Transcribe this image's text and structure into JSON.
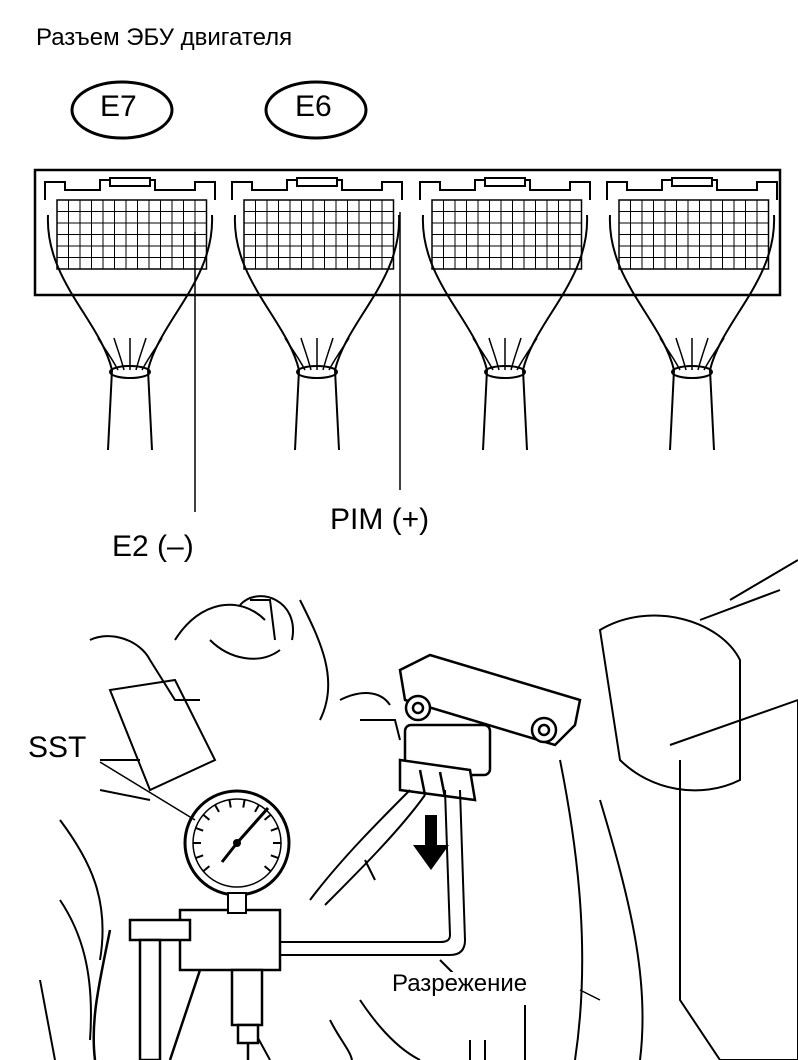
{
  "title": "Разъем ЭБУ двигателя",
  "connectors": {
    "left_id": "E7",
    "right_id": "E6"
  },
  "terminals": {
    "ground": "E2 (–)",
    "signal": "PIM (+)"
  },
  "tool": "SST",
  "vacuum_label": "Разрежение"
}
